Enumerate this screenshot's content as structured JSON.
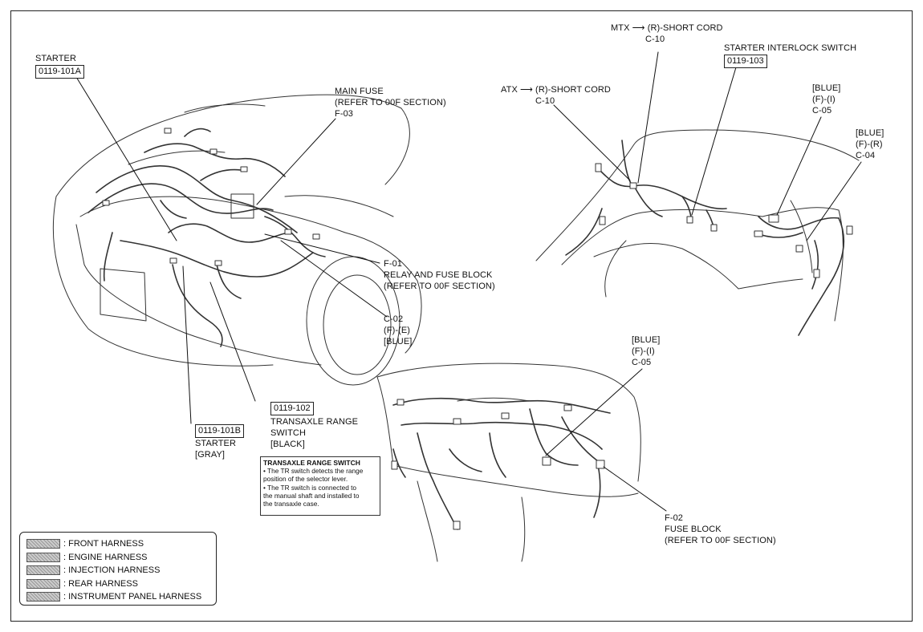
{
  "labels": {
    "starter_title": "STARTER",
    "starter_code": "0119-101A",
    "main_fuse_1": "MAIN FUSE",
    "main_fuse_2": "(REFER TO 00F SECTION)",
    "main_fuse_3": "F-03",
    "f01_1": "F-01",
    "f01_2": "RELAY AND FUSE BLOCK",
    "f01_3": "(REFER TO 00F SECTION)",
    "c02_1": "C-02",
    "c02_2": "(F)-(E)",
    "c02_3": "[BLUE]",
    "tr_code": "0119-102",
    "tr_1": "TRANSAXLE RANGE",
    "tr_2": "SWITCH",
    "tr_3": "[BLACK]",
    "starter_b_code": "0119-101B",
    "starter_b_1": "STARTER",
    "starter_b_2": "[GRAY]",
    "mtx_1": "MTX ⟶ (R)-SHORT CORD",
    "mtx_2": "C-10",
    "sis_title": "STARTER INTERLOCK SWITCH",
    "sis_code": "0119-103",
    "atx_1": "ATX ⟶ (R)-SHORT CORD",
    "atx_2": "C-10",
    "c05a_1": "[BLUE]",
    "c05a_2": "(F)-(I)",
    "c05a_3": "C-05",
    "c04_1": "[BLUE]",
    "c04_2": "(F)-(R)",
    "c04_3": "C-04",
    "c05b_1": "[BLUE]",
    "c05b_2": "(F)-(I)",
    "c05b_3": "C-05",
    "f02_1": "F-02",
    "f02_2": "FUSE BLOCK",
    "f02_3": "(REFER TO 00F SECTION)"
  },
  "note": {
    "title": "TRANSAXLE RANGE SWITCH",
    "line1": "• The TR switch detects the range",
    "line2": "position of the selector lever.",
    "line3": "• The TR switch is connected to",
    "line4": "the manual shaft and installed to",
    "line5": "the transaxle case."
  },
  "legend": [
    ": FRONT HARNESS",
    ": ENGINE HARNESS",
    ": INJECTION HARNESS",
    ": REAR HARNESS",
    ": INSTRUMENT PANEL HARNESS"
  ]
}
